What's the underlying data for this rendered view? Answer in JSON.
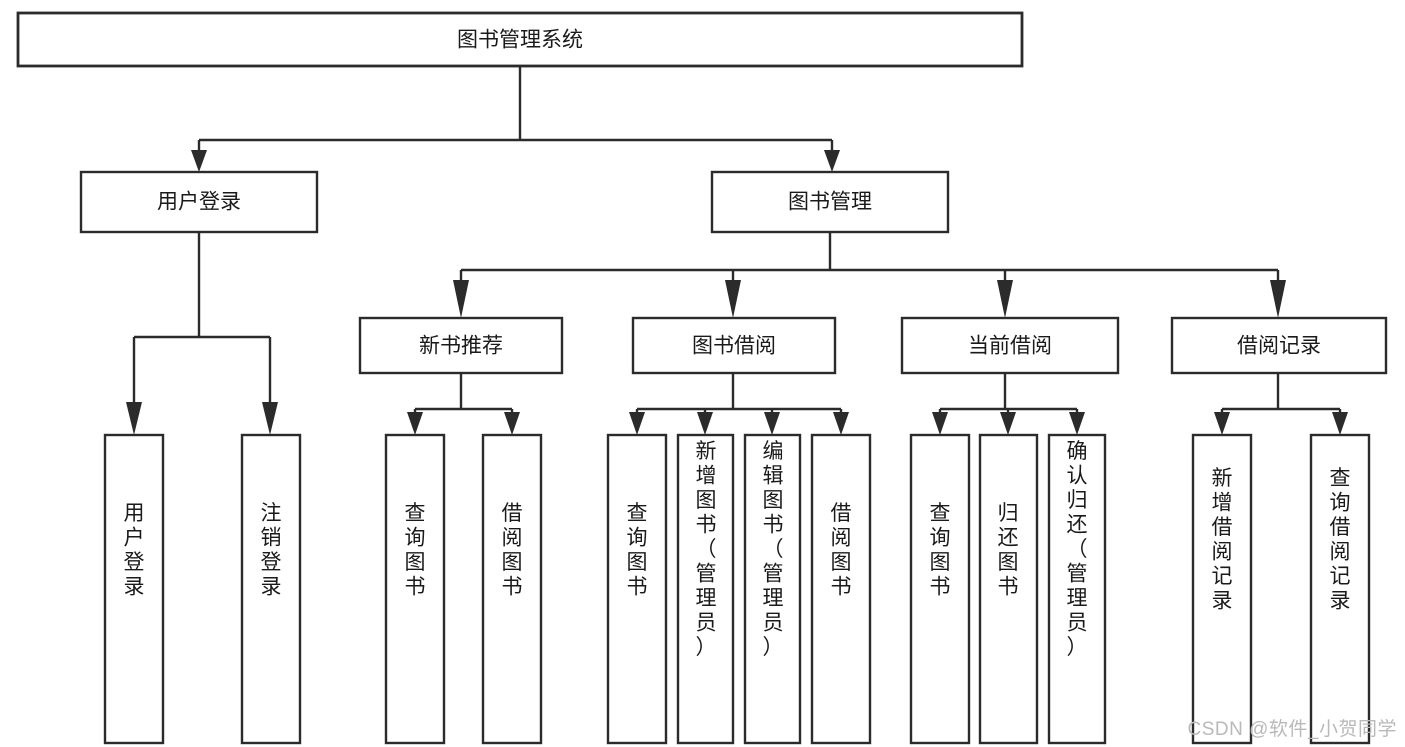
{
  "diagram": {
    "type": "tree",
    "title": "图书管理系统",
    "watermark": "CSDN @软件_小贺同学",
    "colors": {
      "box_stroke": "#2b2b2b",
      "box_fill": "#ffffff",
      "text": "#1a1a1a",
      "background": "#ffffff",
      "watermark": "#b9b9b9"
    },
    "levels": {
      "root": "图书管理系统",
      "level2": [
        "用户登录",
        "图书管理"
      ],
      "level3": [
        "新书推荐",
        "图书借阅",
        "当前借阅",
        "借阅记录"
      ]
    },
    "nodes": {
      "root": {
        "label": "图书管理系统",
        "orientation": "horizontal"
      },
      "user_login": {
        "label": "用户登录",
        "orientation": "horizontal"
      },
      "book_manage": {
        "label": "图书管理",
        "orientation": "horizontal"
      },
      "new_book_rec": {
        "label": "新书推荐",
        "orientation": "horizontal"
      },
      "book_borrow": {
        "label": "图书借阅",
        "orientation": "horizontal"
      },
      "current_borrow": {
        "label": "当前借阅",
        "orientation": "horizontal"
      },
      "borrow_record": {
        "label": "借阅记录",
        "orientation": "horizontal"
      }
    },
    "leaves": {
      "user_login": [
        {
          "label": "用户登录",
          "orientation": "vertical"
        },
        {
          "label": "注销登录",
          "orientation": "vertical"
        }
      ],
      "new_book_rec": [
        {
          "label": "查询图书",
          "orientation": "vertical"
        },
        {
          "label": "借阅图书",
          "orientation": "vertical"
        }
      ],
      "book_borrow": [
        {
          "label": "查询图书",
          "orientation": "vertical"
        },
        {
          "label": "新增图书（管理员）",
          "orientation": "vertical"
        },
        {
          "label": "编辑图书（管理员）",
          "orientation": "vertical"
        },
        {
          "label": "借阅图书",
          "orientation": "vertical"
        }
      ],
      "current_borrow": [
        {
          "label": "查询图书",
          "orientation": "vertical"
        },
        {
          "label": "归还图书",
          "orientation": "vertical"
        },
        {
          "label": "确认归还（管理员）",
          "orientation": "vertical"
        }
      ],
      "borrow_record": [
        {
          "label": "新增借阅记录",
          "orientation": "vertical"
        },
        {
          "label": "查询借阅记录",
          "orientation": "vertical"
        }
      ]
    },
    "edges": [
      {
        "from": "图书管理系统",
        "to": "用户登录"
      },
      {
        "from": "图书管理系统",
        "to": "图书管理"
      },
      {
        "from": "图书管理",
        "to": "新书推荐"
      },
      {
        "from": "图书管理",
        "to": "图书借阅"
      },
      {
        "from": "图书管理",
        "to": "当前借阅"
      },
      {
        "from": "图书管理",
        "to": "借阅记录"
      },
      {
        "from": "用户登录",
        "to": "用户登录"
      },
      {
        "from": "用户登录",
        "to": "注销登录"
      },
      {
        "from": "新书推荐",
        "to": "查询图书"
      },
      {
        "from": "新书推荐",
        "to": "借阅图书"
      },
      {
        "from": "图书借阅",
        "to": "查询图书"
      },
      {
        "from": "图书借阅",
        "to": "新增图书（管理员）"
      },
      {
        "from": "图书借阅",
        "to": "编辑图书（管理员）"
      },
      {
        "from": "图书借阅",
        "to": "借阅图书"
      },
      {
        "from": "当前借阅",
        "to": "查询图书"
      },
      {
        "from": "当前借阅",
        "to": "归还图书"
      },
      {
        "from": "当前借阅",
        "to": "确认归还（管理员）"
      },
      {
        "from": "借阅记录",
        "to": "新增借阅记录"
      },
      {
        "from": "借阅记录",
        "to": "查询借阅记录"
      }
    ]
  }
}
